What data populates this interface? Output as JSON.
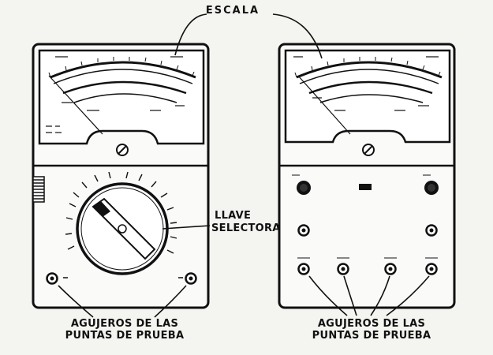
{
  "labels": {
    "escala": "ESCALA",
    "llave_line1": "LLAVE",
    "llave_line2": "SELECTORA",
    "left_probe_line1": "AGUJEROS DE LAS",
    "left_probe_line2": "PUNTAS DE PRUEBA",
    "right_probe_line1": "AGUJEROS DE LAS",
    "right_probe_line2": "PUNTAS DE PRUEBA"
  },
  "colors": {
    "ink": "#111111",
    "paper": "#f4f4f1",
    "screen": "#fafaf8"
  }
}
